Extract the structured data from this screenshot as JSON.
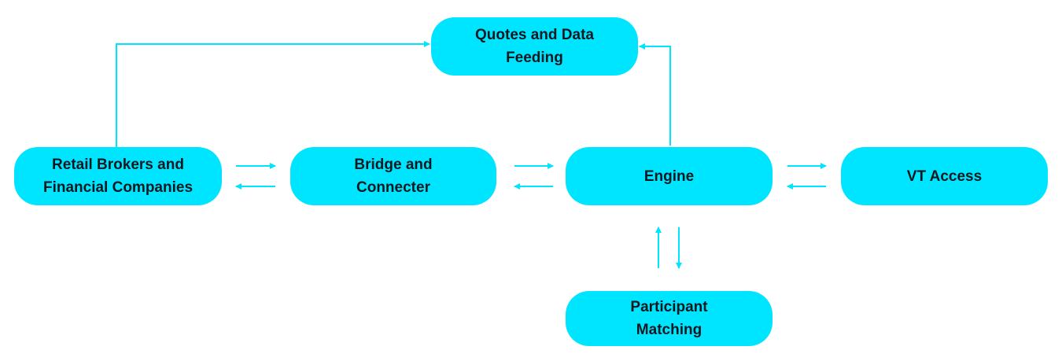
{
  "diagram": {
    "accent_color": "#00e5ff",
    "text_color": "#101820",
    "nodes": {
      "quotes": {
        "label": "Quotes and Data\nFeeding"
      },
      "retail": {
        "label": "Retail Brokers and\nFinancial Companies"
      },
      "bridge": {
        "label": "Bridge and\nConnecter"
      },
      "engine": {
        "label": "Engine"
      },
      "vt": {
        "label": "VT Access"
      },
      "matching": {
        "label": "Participant\nMatching"
      }
    },
    "edges": [
      {
        "from": "retail",
        "to": "quotes"
      },
      {
        "from": "engine",
        "to": "quotes"
      },
      {
        "from": "retail",
        "to": "bridge"
      },
      {
        "from": "bridge",
        "to": "retail"
      },
      {
        "from": "bridge",
        "to": "engine"
      },
      {
        "from": "engine",
        "to": "bridge"
      },
      {
        "from": "engine",
        "to": "vt"
      },
      {
        "from": "vt",
        "to": "engine"
      },
      {
        "from": "engine",
        "to": "matching"
      },
      {
        "from": "matching",
        "to": "engine"
      }
    ]
  }
}
